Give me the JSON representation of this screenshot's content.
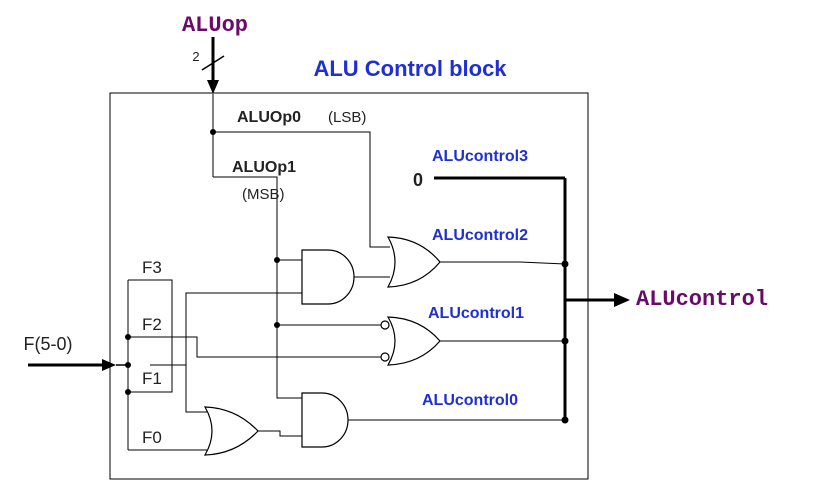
{
  "title": "ALU Control block",
  "inputs": {
    "aluop": "ALUop",
    "bus_width": "2",
    "funct": "F(5-0)"
  },
  "output": "ALUcontrol",
  "signals": {
    "aluop0_name": "ALUOp0",
    "aluop0_note": "(LSB)",
    "aluop1_name": "ALUOp1",
    "aluop1_note": "(MSB)",
    "f3": "F3",
    "f2": "F2",
    "f1": "F1",
    "f0": "F0",
    "ctrl3": "ALUcontrol3",
    "ctrl3_const": "0",
    "ctrl2": "ALUcontrol2",
    "ctrl1": "ALUcontrol1",
    "ctrl0": "ALUcontrol0"
  },
  "colors": {
    "title": "#1f2fd6",
    "control_labels": "#1f2fd6",
    "io_labels": "#6a0a6a",
    "wires": "#000000",
    "text": "#222222"
  }
}
